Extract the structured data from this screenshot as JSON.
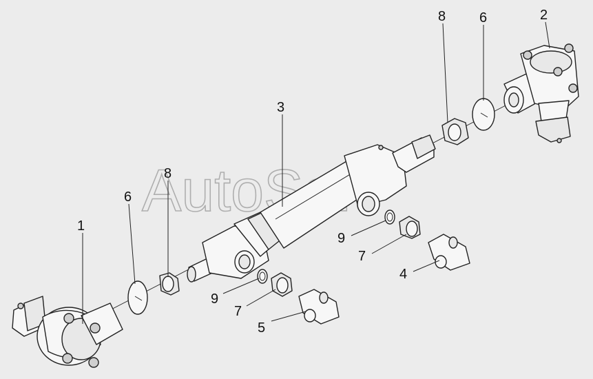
{
  "watermark": "AutoSoft",
  "callouts": [
    {
      "id": "c1",
      "text": "1"
    },
    {
      "id": "c2",
      "text": "2"
    },
    {
      "id": "c3",
      "text": "3"
    },
    {
      "id": "c4",
      "text": "4"
    },
    {
      "id": "c5",
      "text": "5"
    },
    {
      "id": "c6a",
      "text": "6"
    },
    {
      "id": "c6b",
      "text": "6"
    },
    {
      "id": "c7a",
      "text": "7"
    },
    {
      "id": "c7b",
      "text": "7"
    },
    {
      "id": "c8a",
      "text": "8"
    },
    {
      "id": "c8b",
      "text": "8"
    },
    {
      "id": "c9a",
      "text": "9"
    },
    {
      "id": "c9b",
      "text": "9"
    }
  ]
}
